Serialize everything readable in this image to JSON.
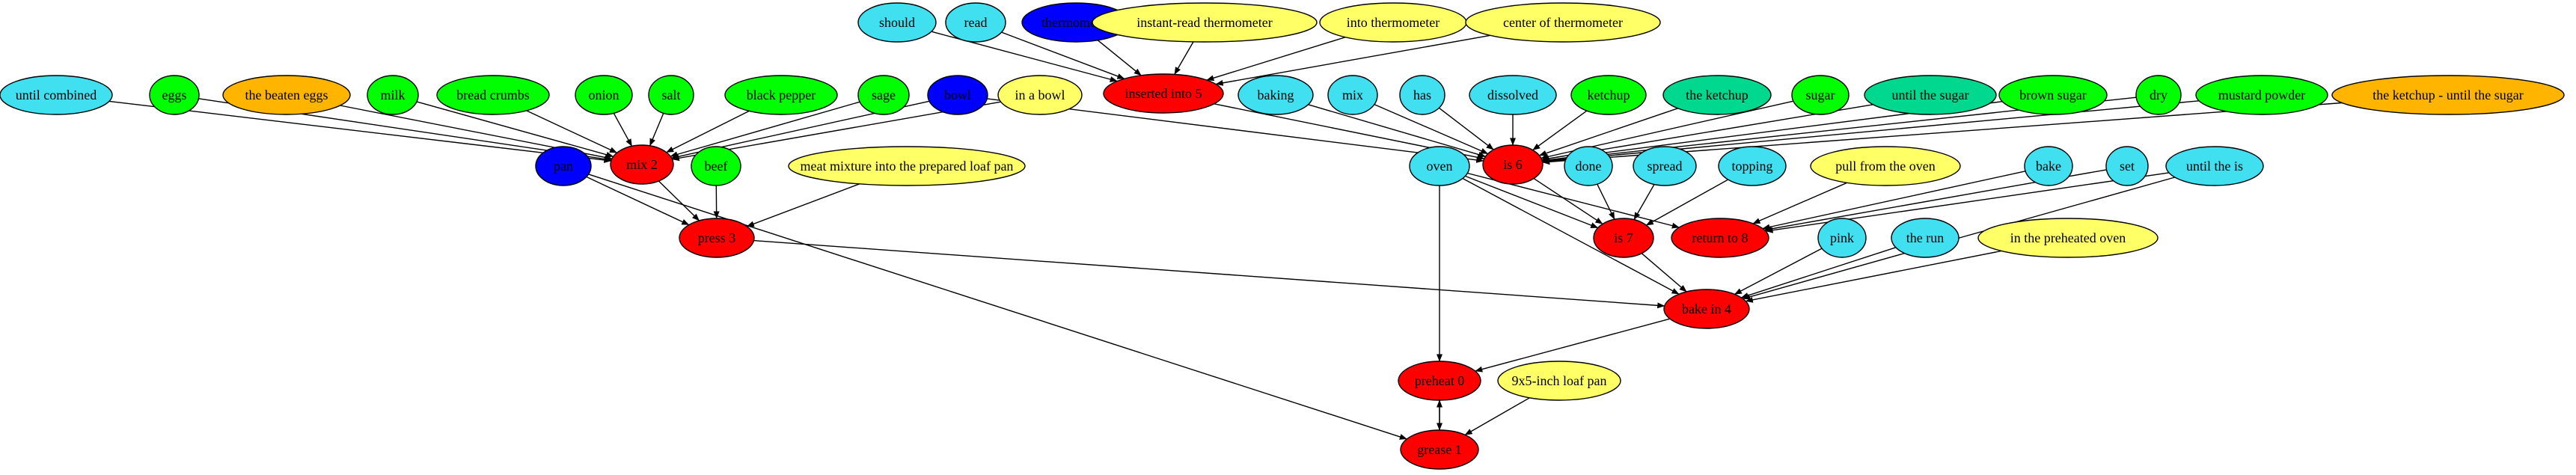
{
  "colors": {
    "action": "#ff0000",
    "tool": "#40e0f0",
    "ingredient": "#00ff00",
    "ingredient_teal": "#00d890",
    "combo": "#ffb400",
    "location": "#ffff66",
    "utensil": "#0000ff"
  },
  "nodes": [
    {
      "id": "should",
      "label": "should",
      "kind": "tool"
    },
    {
      "id": "read",
      "label": "read",
      "kind": "tool"
    },
    {
      "id": "thermometer_blue",
      "label": "thermometer",
      "kind": "utensil"
    },
    {
      "id": "instant_read",
      "label": "instant-read thermometer",
      "kind": "location"
    },
    {
      "id": "into_thermo",
      "label": "into thermometer",
      "kind": "location"
    },
    {
      "id": "center_thermo",
      "label": "center of thermometer",
      "kind": "location"
    },
    {
      "id": "inserted",
      "label": "inserted into 5",
      "kind": "action"
    },
    {
      "id": "until_combined",
      "label": "until combined",
      "kind": "tool"
    },
    {
      "id": "eggs",
      "label": "eggs",
      "kind": "ingredient"
    },
    {
      "id": "beaten_eggs",
      "label": "the beaten eggs",
      "kind": "combo"
    },
    {
      "id": "milk",
      "label": "milk",
      "kind": "ingredient"
    },
    {
      "id": "bread_crumbs",
      "label": "bread crumbs",
      "kind": "ingredient"
    },
    {
      "id": "onion",
      "label": "onion",
      "kind": "ingredient"
    },
    {
      "id": "salt",
      "label": "salt",
      "kind": "ingredient"
    },
    {
      "id": "black_pepper",
      "label": "black pepper",
      "kind": "ingredient"
    },
    {
      "id": "sage",
      "label": "sage",
      "kind": "ingredient"
    },
    {
      "id": "bowl_blue",
      "label": "bowl",
      "kind": "utensil"
    },
    {
      "id": "in_a_bowl",
      "label": "in a bowl",
      "kind": "location"
    },
    {
      "id": "mix",
      "label": "mix 2",
      "kind": "action"
    },
    {
      "id": "baking",
      "label": "baking",
      "kind": "tool"
    },
    {
      "id": "mix_tool",
      "label": "mix",
      "kind": "tool"
    },
    {
      "id": "has",
      "label": "has",
      "kind": "tool"
    },
    {
      "id": "dissolved",
      "label": "dissolved",
      "kind": "tool"
    },
    {
      "id": "ketchup",
      "label": "ketchup",
      "kind": "ingredient"
    },
    {
      "id": "the_ketchup",
      "label": "the ketchup",
      "kind": "ingredient_teal"
    },
    {
      "id": "sugar",
      "label": "sugar",
      "kind": "ingredient"
    },
    {
      "id": "until_sugar",
      "label": "until the sugar",
      "kind": "ingredient_teal"
    },
    {
      "id": "brown_sugar",
      "label": "brown sugar",
      "kind": "ingredient"
    },
    {
      "id": "dry",
      "label": "dry",
      "kind": "ingredient"
    },
    {
      "id": "mustard",
      "label": "mustard powder",
      "kind": "ingredient"
    },
    {
      "id": "ketchup_until",
      "label": "the ketchup - until the sugar",
      "kind": "combo"
    },
    {
      "id": "is6",
      "label": "is 6",
      "kind": "action"
    },
    {
      "id": "pan_blue",
      "label": "pan",
      "kind": "utensil"
    },
    {
      "id": "beef",
      "label": "beef",
      "kind": "ingredient"
    },
    {
      "id": "meat_mixture",
      "label": "meat mixture into the prepared loaf pan",
      "kind": "location"
    },
    {
      "id": "press",
      "label": "press 3",
      "kind": "action"
    },
    {
      "id": "oven",
      "label": "oven",
      "kind": "tool"
    },
    {
      "id": "done",
      "label": "done",
      "kind": "tool"
    },
    {
      "id": "spread",
      "label": "spread",
      "kind": "tool"
    },
    {
      "id": "topping",
      "label": "topping",
      "kind": "tool"
    },
    {
      "id": "pull_oven",
      "label": "pull from the oven",
      "kind": "location"
    },
    {
      "id": "bake_tool",
      "label": "bake",
      "kind": "tool"
    },
    {
      "id": "set",
      "label": "set",
      "kind": "tool"
    },
    {
      "id": "until_the_is",
      "label": "until the is",
      "kind": "tool"
    },
    {
      "id": "is7",
      "label": "is 7",
      "kind": "action"
    },
    {
      "id": "return8",
      "label": "return to 8",
      "kind": "action"
    },
    {
      "id": "pink",
      "label": "pink",
      "kind": "tool"
    },
    {
      "id": "the_run",
      "label": "the run",
      "kind": "tool"
    },
    {
      "id": "preheated_oven",
      "label": "in the preheated oven",
      "kind": "location"
    },
    {
      "id": "bake4",
      "label": "bake in 4",
      "kind": "action"
    },
    {
      "id": "preheat",
      "label": "preheat 0",
      "kind": "action"
    },
    {
      "id": "loaf_pan",
      "label": "9x5-inch loaf pan",
      "kind": "location"
    },
    {
      "id": "grease",
      "label": "grease 1",
      "kind": "action"
    }
  ],
  "edges": [
    [
      "should",
      "inserted"
    ],
    [
      "read",
      "inserted"
    ],
    [
      "thermometer_blue",
      "inserted"
    ],
    [
      "instant_read",
      "inserted"
    ],
    [
      "into_thermo",
      "inserted"
    ],
    [
      "center_thermo",
      "inserted"
    ],
    [
      "until_combined",
      "mix"
    ],
    [
      "eggs",
      "mix"
    ],
    [
      "beaten_eggs",
      "mix"
    ],
    [
      "milk",
      "mix"
    ],
    [
      "bread_crumbs",
      "mix"
    ],
    [
      "onion",
      "mix"
    ],
    [
      "salt",
      "mix"
    ],
    [
      "black_pepper",
      "mix"
    ],
    [
      "sage",
      "mix"
    ],
    [
      "bowl_blue",
      "mix"
    ],
    [
      "in_a_bowl",
      "mix"
    ],
    [
      "inserted",
      "is6"
    ],
    [
      "bowl_blue",
      "is6"
    ],
    [
      "baking",
      "is6"
    ],
    [
      "mix_tool",
      "is6"
    ],
    [
      "has",
      "is6"
    ],
    [
      "dissolved",
      "is6"
    ],
    [
      "ketchup",
      "is6"
    ],
    [
      "the_ketchup",
      "is6"
    ],
    [
      "sugar",
      "is6"
    ],
    [
      "until_sugar",
      "is6"
    ],
    [
      "brown_sugar",
      "is6"
    ],
    [
      "dry",
      "is6"
    ],
    [
      "mustard",
      "is6"
    ],
    [
      "ketchup_until",
      "is6"
    ],
    [
      "mix",
      "press"
    ],
    [
      "pan_blue",
      "press"
    ],
    [
      "beef",
      "press"
    ],
    [
      "meat_mixture",
      "press"
    ],
    [
      "is6",
      "is7"
    ],
    [
      "done",
      "is7"
    ],
    [
      "spread",
      "is7"
    ],
    [
      "topping",
      "is7"
    ],
    [
      "oven",
      "is7"
    ],
    [
      "oven",
      "return8"
    ],
    [
      "pull_oven",
      "return8"
    ],
    [
      "bake_tool",
      "return8"
    ],
    [
      "set",
      "return8"
    ],
    [
      "until_the_is",
      "return8"
    ],
    [
      "press",
      "bake4"
    ],
    [
      "is7",
      "bake4"
    ],
    [
      "oven",
      "bake4"
    ],
    [
      "pink",
      "bake4"
    ],
    [
      "the_run",
      "bake4"
    ],
    [
      "preheated_oven",
      "bake4"
    ],
    [
      "until_the_is",
      "bake4"
    ],
    [
      "oven",
      "preheat"
    ],
    [
      "bake4",
      "preheat"
    ],
    [
      "grease",
      "preheat"
    ],
    [
      "preheat",
      "grease"
    ],
    [
      "pan_blue",
      "grease"
    ],
    [
      "loaf_pan",
      "grease"
    ]
  ]
}
